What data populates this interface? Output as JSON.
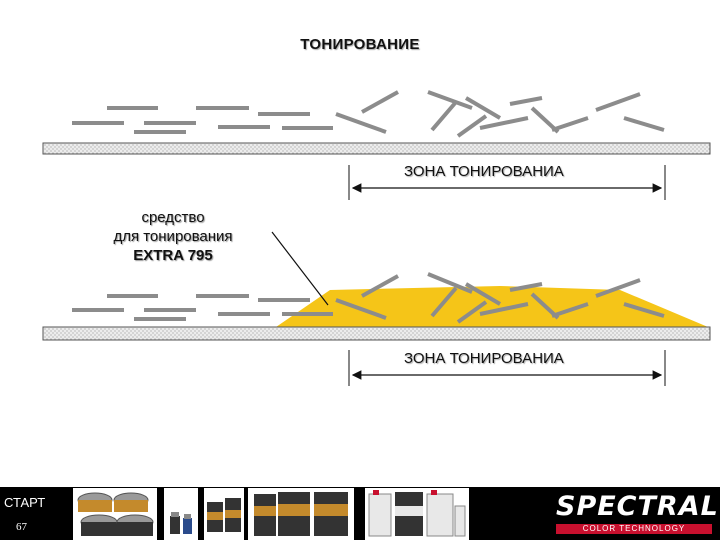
{
  "title": "ТОНИРОВАНИЕ",
  "zone_label_top": "ЗОНА ТОНИРОВАНИА",
  "zone_label_bottom": "ЗОНА ТОНИРОВАНИА",
  "callout": {
    "line1": "средство",
    "line2": "для тонирования",
    "line3": "EXTRA 795"
  },
  "footer": {
    "start_label": "СТАРТ",
    "page_number": "67",
    "logo_text": "SPECTRAL",
    "logo_subtext": "COLOR TECHNOLOGY"
  },
  "colors": {
    "flake": "#8c8c8c",
    "filler": "#f5c518",
    "substrate": "#e6e6e6",
    "footer_bg": "#000000",
    "logo_accent": "#c8102e"
  },
  "icons": {
    "product_images": [
      "product-cans-icon",
      "product-bottles-icon",
      "product-cans-icon",
      "product-tins-icon",
      "product-canisters-icon"
    ]
  }
}
